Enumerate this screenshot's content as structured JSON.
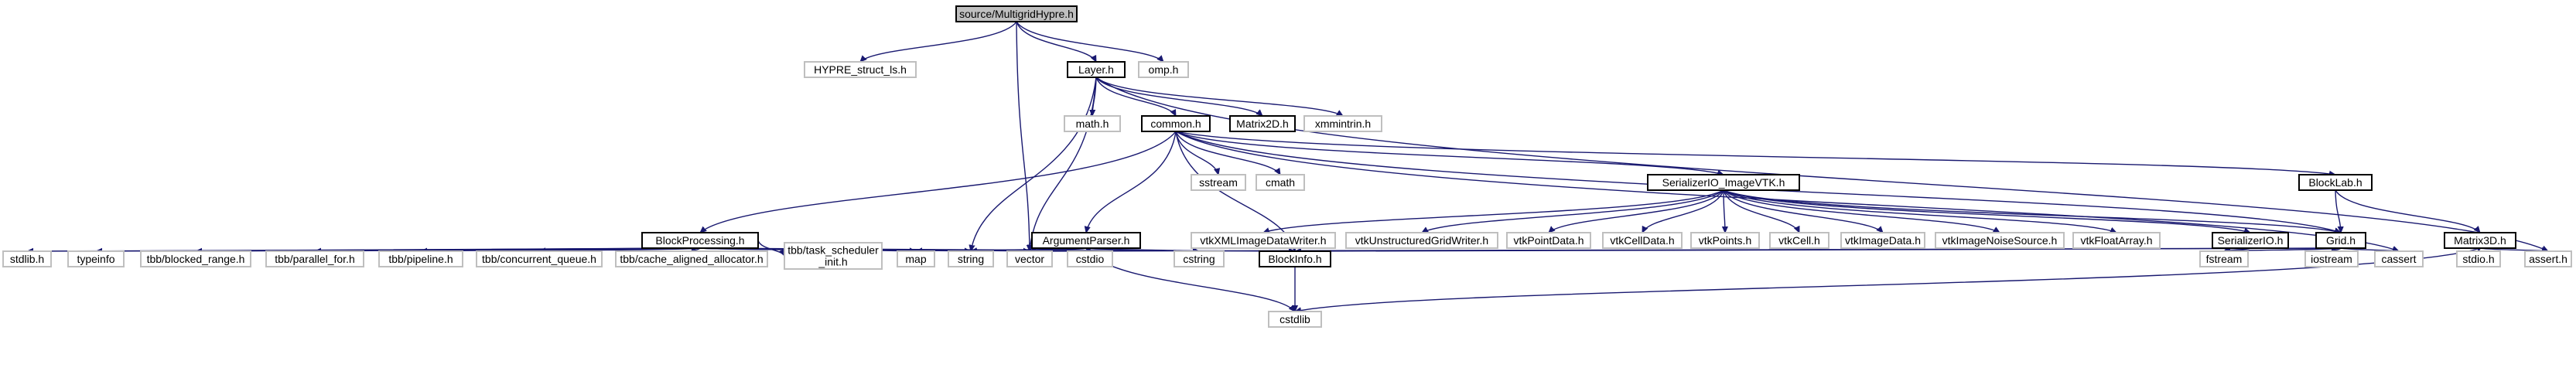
{
  "diagram": {
    "type": "include-dependency-graph",
    "colors": {
      "edge": "#191970",
      "root_fill": "#bfbfbf",
      "box_fill": "#ffffff",
      "box_border": "#000000",
      "external_border": "#bfbfbf"
    },
    "nodes": [
      {
        "id": "root",
        "label": "source/MultigridHypre.h",
        "kind": "root"
      },
      {
        "id": "hypre",
        "label": "HYPRE_struct_ls.h",
        "kind": "external"
      },
      {
        "id": "layer",
        "label": "Layer.h",
        "kind": "file"
      },
      {
        "id": "omp",
        "label": "omp.h",
        "kind": "external"
      },
      {
        "id": "mathh",
        "label": "math.h",
        "kind": "external"
      },
      {
        "id": "common",
        "label": "common.h",
        "kind": "file"
      },
      {
        "id": "matrix2d",
        "label": "Matrix2D.h",
        "kind": "file"
      },
      {
        "id": "xmm",
        "label": "xmmintrin.h",
        "kind": "external"
      },
      {
        "id": "sstream",
        "label": "sstream",
        "kind": "external"
      },
      {
        "id": "cmath",
        "label": "cmath",
        "kind": "external"
      },
      {
        "id": "serial_vtk",
        "label": "SerializerIO_ImageVTK.h",
        "kind": "file"
      },
      {
        "id": "blocklab",
        "label": "BlockLab.h",
        "kind": "file"
      },
      {
        "id": "blockproc",
        "label": "BlockProcessing.h",
        "kind": "file"
      },
      {
        "id": "argparser",
        "label": "ArgumentParser.h",
        "kind": "file"
      },
      {
        "id": "vtkxml",
        "label": "vtkXMLImageDataWriter.h",
        "kind": "external"
      },
      {
        "id": "vtkunstr",
        "label": "vtkUnstructuredGridWriter.h",
        "kind": "external"
      },
      {
        "id": "vtkpointdata",
        "label": "vtkPointData.h",
        "kind": "external"
      },
      {
        "id": "vtkcelldata",
        "label": "vtkCellData.h",
        "kind": "external"
      },
      {
        "id": "vtkpoints",
        "label": "vtkPoints.h",
        "kind": "external"
      },
      {
        "id": "vtkcell",
        "label": "vtkCell.h",
        "kind": "external"
      },
      {
        "id": "vtkimagedata",
        "label": "vtkImageData.h",
        "kind": "external"
      },
      {
        "id": "vtknoise",
        "label": "vtkImageNoiseSource.h",
        "kind": "external"
      },
      {
        "id": "vtkfloat",
        "label": "vtkFloatArray.h",
        "kind": "external"
      },
      {
        "id": "serialio",
        "label": "SerializerIO.h",
        "kind": "file"
      },
      {
        "id": "grid",
        "label": "Grid.h",
        "kind": "file"
      },
      {
        "id": "matrix3d",
        "label": "Matrix3D.h",
        "kind": "file"
      },
      {
        "id": "stdlibh",
        "label": "stdlib.h",
        "kind": "external"
      },
      {
        "id": "typeinfo",
        "label": "typeinfo",
        "kind": "external"
      },
      {
        "id": "tbb_br",
        "label": "tbb/blocked_range.h",
        "kind": "external"
      },
      {
        "id": "tbb_pf",
        "label": "tbb/parallel_for.h",
        "kind": "external"
      },
      {
        "id": "tbb_pipe",
        "label": "tbb/pipeline.h",
        "kind": "external"
      },
      {
        "id": "tbb_cq",
        "label": "tbb/concurrent_queue.h",
        "kind": "external"
      },
      {
        "id": "tbb_cache",
        "label": "tbb/cache_aligned_allocator.h",
        "kind": "external"
      },
      {
        "id": "tbb_ts",
        "label": [
          "tbb/task_scheduler",
          "_init.h"
        ],
        "kind": "external"
      },
      {
        "id": "map",
        "label": "map",
        "kind": "external"
      },
      {
        "id": "string",
        "label": "string",
        "kind": "external"
      },
      {
        "id": "vector",
        "label": "vector",
        "kind": "external"
      },
      {
        "id": "cstdio",
        "label": "cstdio",
        "kind": "external"
      },
      {
        "id": "cstring",
        "label": "cstring",
        "kind": "external"
      },
      {
        "id": "blockinfo",
        "label": "BlockInfo.h",
        "kind": "file"
      },
      {
        "id": "fstream",
        "label": "fstream",
        "kind": "external"
      },
      {
        "id": "iostream",
        "label": "iostream",
        "kind": "external"
      },
      {
        "id": "cassert",
        "label": "cassert",
        "kind": "external"
      },
      {
        "id": "stdioh",
        "label": "stdio.h",
        "kind": "external"
      },
      {
        "id": "asserth",
        "label": "assert.h",
        "kind": "external"
      },
      {
        "id": "cstdlib",
        "label": "cstdlib",
        "kind": "external"
      }
    ],
    "edges": [
      [
        "root",
        "hypre"
      ],
      [
        "root",
        "layer"
      ],
      [
        "root",
        "omp"
      ],
      [
        "root",
        "vector"
      ],
      [
        "layer",
        "mathh"
      ],
      [
        "layer",
        "common"
      ],
      [
        "layer",
        "matrix2d"
      ],
      [
        "layer",
        "xmm"
      ],
      [
        "layer",
        "string"
      ],
      [
        "layer",
        "vector"
      ],
      [
        "layer",
        "asserth"
      ],
      [
        "common",
        "sstream"
      ],
      [
        "common",
        "cmath"
      ],
      [
        "common",
        "serial_vtk"
      ],
      [
        "common",
        "blocklab"
      ],
      [
        "common",
        "blockproc"
      ],
      [
        "common",
        "argparser"
      ],
      [
        "common",
        "blockinfo"
      ],
      [
        "common",
        "grid"
      ],
      [
        "common",
        "cassert"
      ],
      [
        "serial_vtk",
        "vtkxml"
      ],
      [
        "serial_vtk",
        "vtkunstr"
      ],
      [
        "serial_vtk",
        "vtkpointdata"
      ],
      [
        "serial_vtk",
        "vtkcelldata"
      ],
      [
        "serial_vtk",
        "vtkpoints"
      ],
      [
        "serial_vtk",
        "vtkcell"
      ],
      [
        "serial_vtk",
        "vtkimagedata"
      ],
      [
        "serial_vtk",
        "vtknoise"
      ],
      [
        "serial_vtk",
        "vtkfloat"
      ],
      [
        "serial_vtk",
        "serialio"
      ],
      [
        "serial_vtk",
        "grid"
      ],
      [
        "blocklab",
        "grid"
      ],
      [
        "blocklab",
        "matrix3d"
      ],
      [
        "blockproc",
        "stdlibh"
      ],
      [
        "blockproc",
        "typeinfo"
      ],
      [
        "blockproc",
        "tbb_br"
      ],
      [
        "blockproc",
        "tbb_pf"
      ],
      [
        "blockproc",
        "tbb_pipe"
      ],
      [
        "blockproc",
        "tbb_cq"
      ],
      [
        "blockproc",
        "tbb_cache"
      ],
      [
        "blockproc",
        "tbb_ts"
      ],
      [
        "blockproc",
        "map"
      ],
      [
        "blockproc",
        "string"
      ],
      [
        "blockproc",
        "vector"
      ],
      [
        "blockproc",
        "blockinfo"
      ],
      [
        "argparser",
        "map"
      ],
      [
        "argparser",
        "string"
      ],
      [
        "argparser",
        "vector"
      ],
      [
        "argparser",
        "cstdio"
      ],
      [
        "argparser",
        "cstring"
      ],
      [
        "argparser",
        "cstdlib"
      ],
      [
        "serialio",
        "fstream"
      ],
      [
        "grid",
        "vector"
      ],
      [
        "grid",
        "blockinfo"
      ],
      [
        "grid",
        "fstream"
      ],
      [
        "grid",
        "iostream"
      ],
      [
        "grid",
        "cassert"
      ],
      [
        "blockinfo",
        "cstdlib"
      ],
      [
        "matrix3d",
        "stdioh"
      ],
      [
        "matrix3d",
        "asserth"
      ],
      [
        "matrix3d",
        "cstdlib"
      ]
    ]
  }
}
